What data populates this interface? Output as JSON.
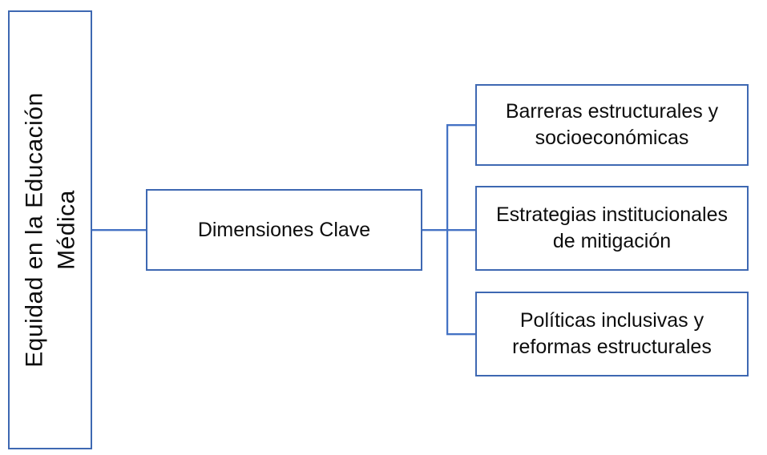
{
  "diagram": {
    "root_node": {
      "lines": [
        "Equidad en la Educación",
        "Médica"
      ]
    },
    "center_node": {
      "label": "Dimensiones Clave"
    },
    "child_nodes": [
      {
        "label": "Barreras estructurales y socioeconómicas"
      },
      {
        "label": "Estrategias institucionales de mitigación"
      },
      {
        "label": "Políticas inclusivas y reformas estructurales"
      }
    ],
    "colors": {
      "box_border": "#3E68B2",
      "connector": "#4472C4",
      "text": "#0D0D0D",
      "background": "#FFFFFF"
    }
  }
}
